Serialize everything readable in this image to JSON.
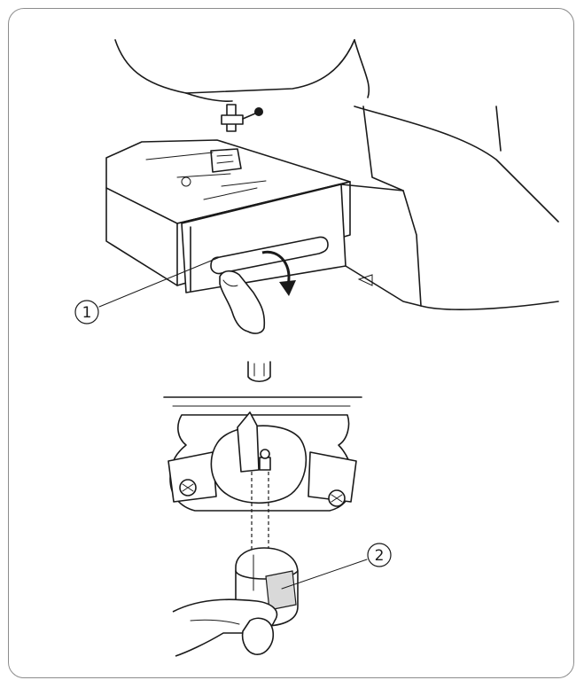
{
  "callouts": [
    {
      "id": 1,
      "label": "①"
    },
    {
      "id": 2,
      "label": "②"
    }
  ],
  "colors": {
    "frame_border": "#8c8c8c",
    "line": "#1a1a1a",
    "background": "#ffffff"
  },
  "icons": [
    "curved-arrow-icon"
  ]
}
